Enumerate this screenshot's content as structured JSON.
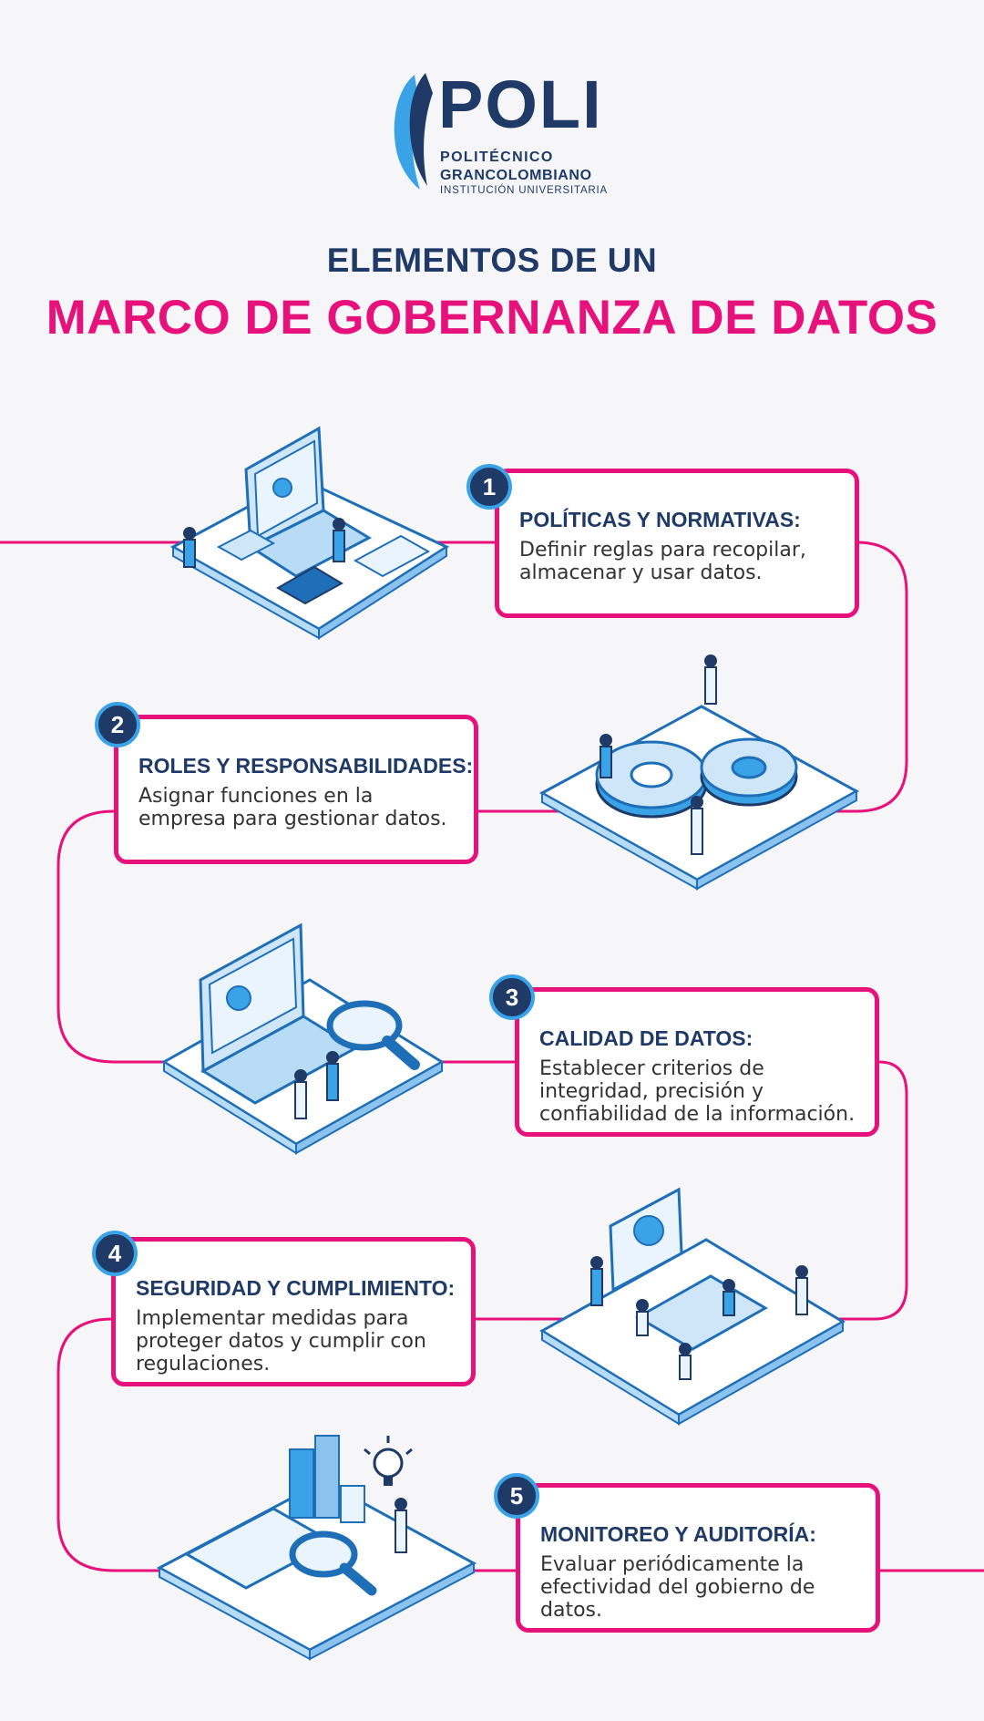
{
  "logo": {
    "name": "POLI",
    "line1": "POLITÉCNICO",
    "line2": "GRANCOLOMBIANO",
    "line3": "INSTITUCIÓN UNIVERSITARIA"
  },
  "heading": {
    "line1": "ELEMENTOS DE UN",
    "line2": "MARCO DE GOBERNANZA DE DATOS"
  },
  "colors": {
    "navy": "#1f3a66",
    "magenta": "#e6117a",
    "accent_blue": "#3aa3e8",
    "background": "#f6f6f8"
  },
  "steps": [
    {
      "number": "1",
      "title": "POLÍTICAS Y NORMATIVAS:",
      "desc": "Definir reglas para recopilar, almacenar y usar datos.",
      "illustration": "laptop-workspace-icon"
    },
    {
      "number": "2",
      "title": "ROLES Y RESPONSABILIDADES:",
      "desc": "Asignar funciones en la empresa para gestionar datos.",
      "illustration": "gears-team-icon"
    },
    {
      "number": "3",
      "title": "CALIDAD DE DATOS:",
      "desc": "Establecer criterios de integridad, precisión y confiabilidad de la información.",
      "illustration": "laptop-magnifier-icon"
    },
    {
      "number": "4",
      "title": "SEGURIDAD Y CUMPLIMIENTO:",
      "desc": "Implementar medidas para proteger datos y cumplir con regulaciones.",
      "illustration": "meeting-room-icon"
    },
    {
      "number": "5",
      "title": "MONITOREO Y AUDITORÍA:",
      "desc": "Evaluar periódicamente la efectividad del gobierno de datos.",
      "illustration": "analytics-audit-icon"
    }
  ]
}
